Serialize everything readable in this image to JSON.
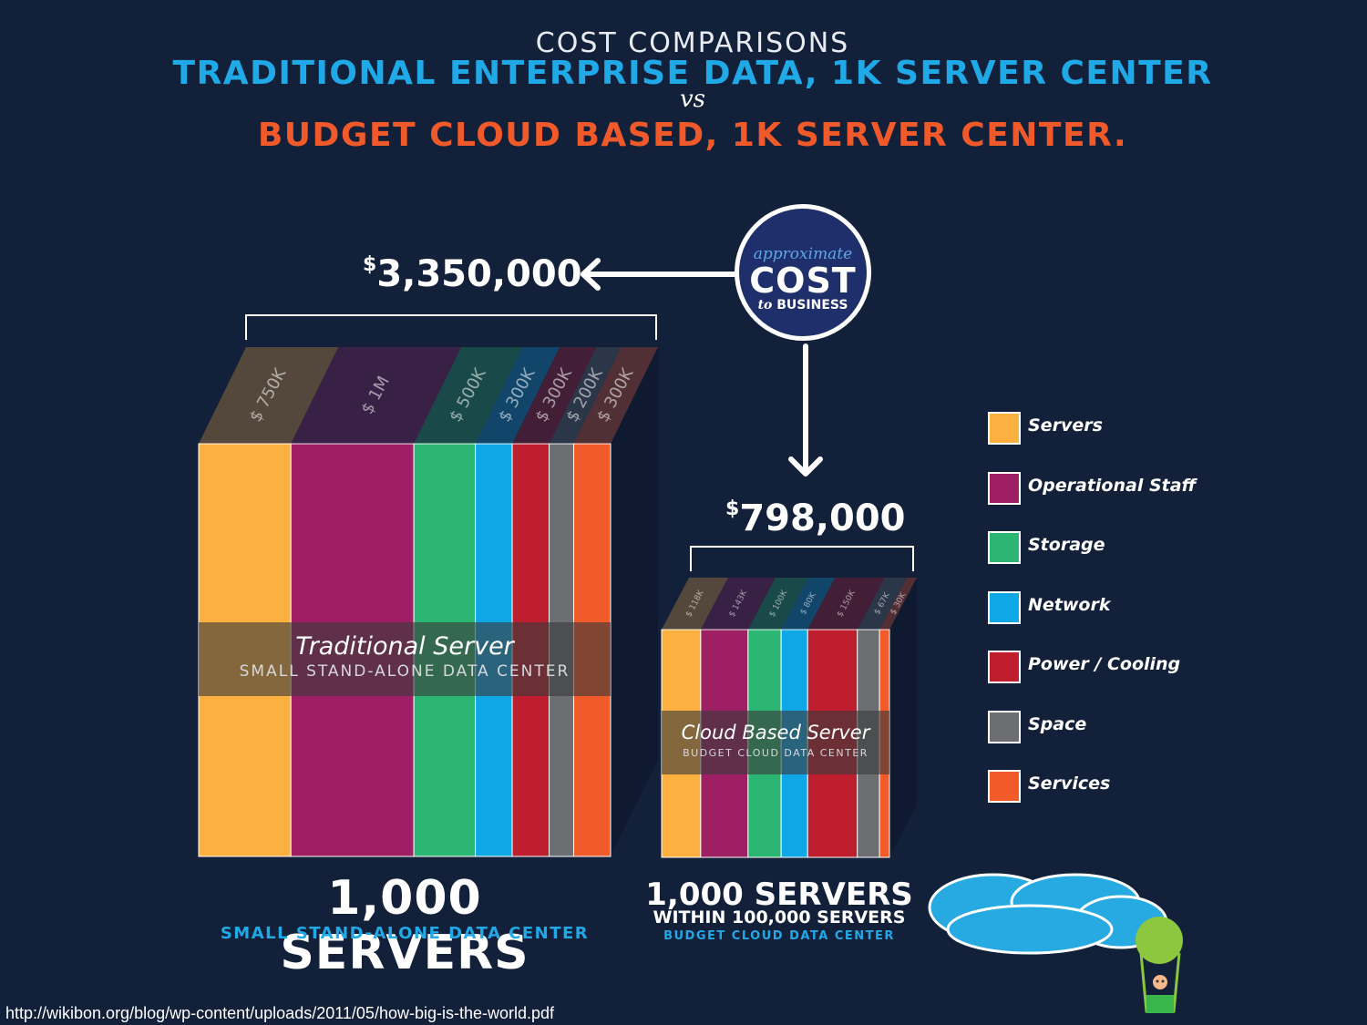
{
  "header": {
    "top": "COST COMPARISONS",
    "line1": "TRADITIONAL ENTERPRISE DATA, 1K SERVER CENTER",
    "vs": "vs",
    "line2": "BUDGET CLOUD BASED,  1K SERVER CENTER."
  },
  "badge": {
    "line1": "approximate",
    "line2": "COST",
    "line3_prefix": "to",
    "line3": "BUSINESS"
  },
  "colors": {
    "bg": "#13203a",
    "servers": "#fbb040",
    "operational_staff": "#9e1f63",
    "storage": "#2bb673",
    "network": "#0fa7e6",
    "power_cooling": "#be1e2d",
    "space": "#6d6e71",
    "services": "#f15a29"
  },
  "chart_data": [
    {
      "type": "bar",
      "title": "Traditional Server",
      "subtitle": "SMALL STAND-ALONE DATA CENTER",
      "total_label": "3,350,000",
      "total_currency": "$",
      "total": 3350000,
      "categories": [
        "Servers",
        "Operational Staff",
        "Storage",
        "Network",
        "Power / Cooling",
        "Space",
        "Services"
      ],
      "values": [
        750000,
        1000000,
        500000,
        300000,
        300000,
        200000,
        300000
      ],
      "value_labels": [
        "$ 750K",
        "$ 1M",
        "$ 500K",
        "$ 300K",
        "$ 300K",
        "$ 200K",
        "$ 300K"
      ],
      "caption": "1,000 SERVERS",
      "caption_sub": "SMALL STAND-ALONE DATA CENTER"
    },
    {
      "type": "bar",
      "title": "Cloud Based Server",
      "subtitle": "BUDGET CLOUD DATA CENTER",
      "total_label": "798,000",
      "total_currency": "$",
      "total": 798000,
      "categories": [
        "Servers",
        "Operational Staff",
        "Storage",
        "Network",
        "Power / Cooling",
        "Space",
        "Services"
      ],
      "values": [
        118000,
        143000,
        100000,
        80000,
        150000,
        67000,
        30000
      ],
      "value_labels": [
        "$ 118K",
        "$ 143K",
        "$ 100K",
        "$ 80K",
        "$ 150K",
        "$ 67K",
        "$ 30K"
      ],
      "caption": "1,000 SERVERS",
      "caption_line2": "WITHIN 100,000 SERVERS",
      "caption_sub": "BUDGET CLOUD DATA CENTER"
    }
  ],
  "legend": {
    "placement": "right",
    "items": [
      {
        "label": "Servers",
        "color": "#fbb040"
      },
      {
        "label": "Operational Staff",
        "color": "#9e1f63"
      },
      {
        "label": "Storage",
        "color": "#2bb673"
      },
      {
        "label": "Network",
        "color": "#0fa7e6"
      },
      {
        "label": "Power / Cooling",
        "color": "#be1e2d"
      },
      {
        "label": "Space",
        "color": "#6d6e71"
      },
      {
        "label": "Services",
        "color": "#f15a29"
      }
    ]
  },
  "source": "http://wikibon.org/blog/wp-content/uploads/2011/05/how-big-is-the-world.pdf"
}
